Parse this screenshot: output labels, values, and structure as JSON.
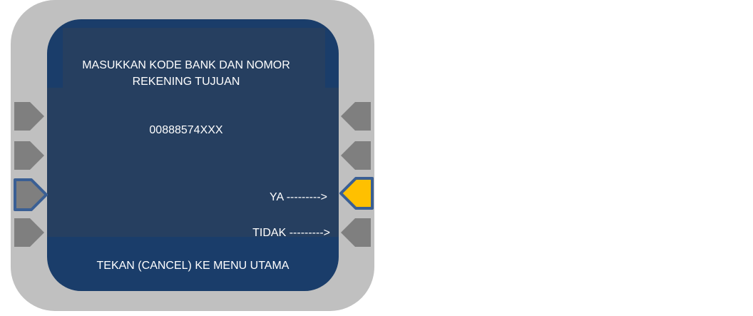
{
  "screen": {
    "title_line1": "MASUKKAN KODE BANK DAN NOMOR",
    "title_line2": "REKENING TUJUAN",
    "account_number": "00888574XXX",
    "option_yes": "YA --------->",
    "option_no": "TIDAK --------->",
    "footer": "TEKAN (CANCEL) KE MENU UTAMA"
  },
  "colors": {
    "highlight": "#ffc000",
    "button": "#7f7f7f",
    "border": "#3a5f94"
  }
}
